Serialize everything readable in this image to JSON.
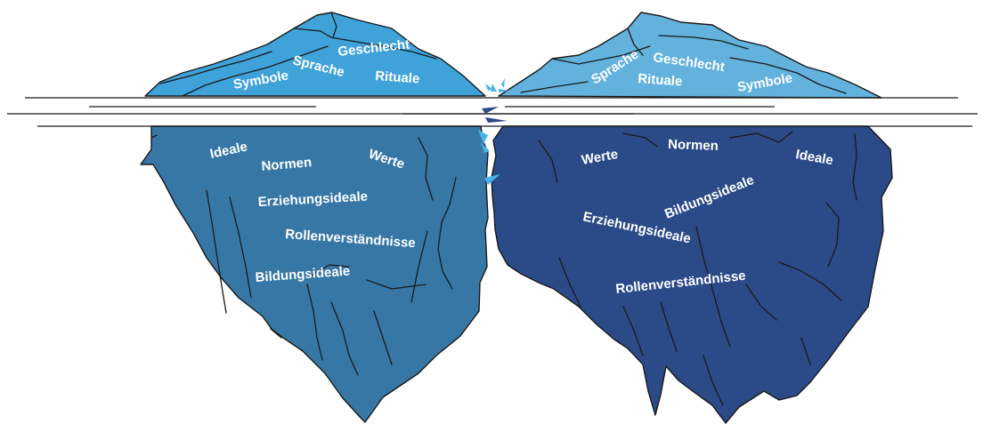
{
  "colors": {
    "left_tip": "#3fa2d8",
    "right_tip": "#62b2dd",
    "left_base": "#3677a6",
    "right_base": "#2b4a88",
    "splash_light": "#4ab3e8",
    "splash_dark": "#2b4a88",
    "outline": "#1a1a1a",
    "text": "#ffffff"
  },
  "left_iceberg": {
    "above": {
      "symbole": "Symbole",
      "sprache": "Sprache",
      "geschlecht": "Geschlecht",
      "rituale": "Rituale"
    },
    "below": {
      "ideale": "Ideale",
      "normen": "Normen",
      "werte": "Werte",
      "erziehungsideale": "Erziehungsideale",
      "rollen": "Rollenverständnisse",
      "bildungsideale": "Bildungsideale"
    }
  },
  "right_iceberg": {
    "above": {
      "sprache": "Sprache",
      "geschlecht": "Geschlecht",
      "rituale": "Rituale",
      "symbole": "Symbole"
    },
    "below": {
      "werte": "Werte",
      "normen": "Normen",
      "ideale": "Ideale",
      "bildungsideale": "Bildungsideale",
      "erziehungsideale": "Erziehungsideale",
      "rollen": "Rollenverständnisse"
    }
  }
}
